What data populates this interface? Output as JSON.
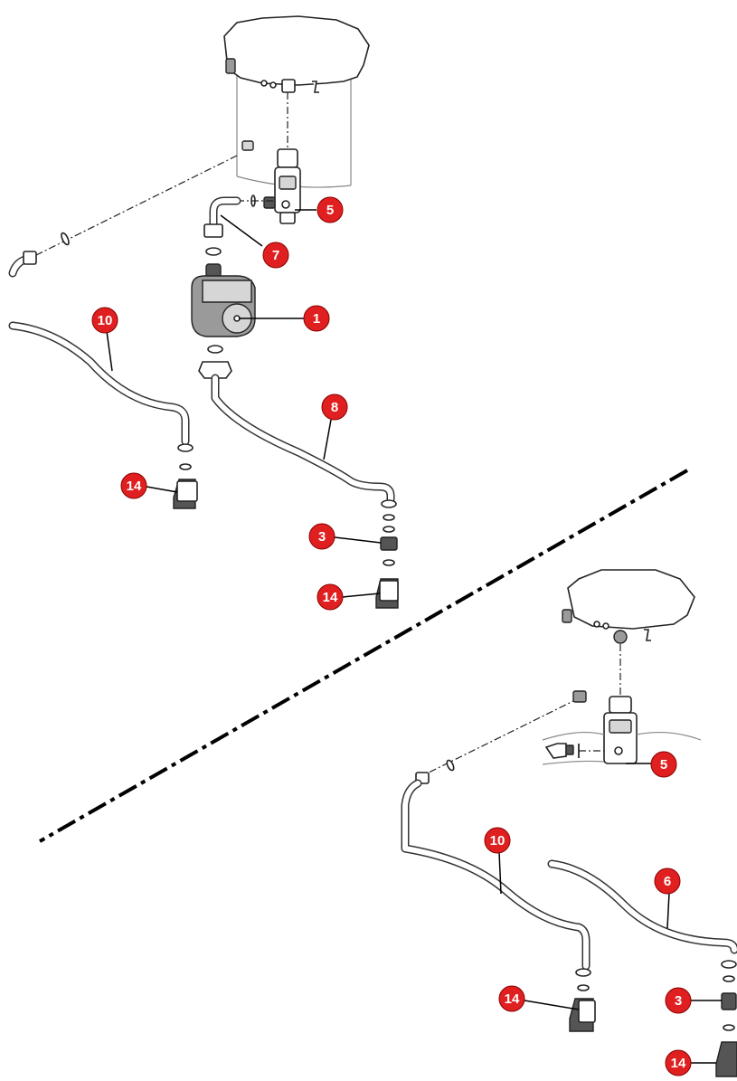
{
  "callouts": {
    "upper": {
      "valve": "5",
      "elbow": "7",
      "pump": "1",
      "pipe_left": "10",
      "pipe_right": "8",
      "nut": "3",
      "fitting_left": "14",
      "fitting_right": "14"
    },
    "lower": {
      "valve": "5",
      "pipe_left": "10",
      "pipe_right": "6",
      "nut": "3",
      "fitting_left": "14",
      "fitting_right": "14"
    }
  },
  "colors": {
    "badge": "#e02020",
    "line": "#222222"
  }
}
